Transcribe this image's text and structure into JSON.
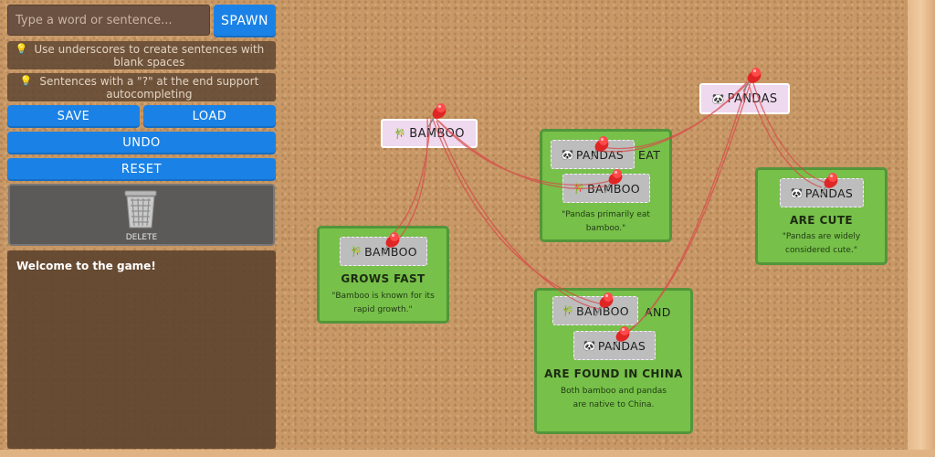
{
  "sidebar": {
    "input_placeholder": "Type a word or sentence...",
    "spawn_label": "SPAWN",
    "tip1": "Use underscores to create sentences with blank spaces",
    "tip2": "Sentences with a \"?\" at the end support autocompleting",
    "save_label": "SAVE",
    "load_label": "LOAD",
    "undo_label": "UNDO",
    "reset_label": "RESET",
    "delete_label": "DELETE",
    "log_message": "Welcome to the game!"
  },
  "words": {
    "bamboo": {
      "label": "BAMBOO",
      "icon": "🎋"
    },
    "pandas": {
      "label": "PANDAS",
      "icon": "🐼"
    }
  },
  "cards": {
    "grows": {
      "slot_label": "BAMBOO",
      "slot_icon": "🎋",
      "title": "GROWS FAST",
      "desc": "\"Bamboo is known for its rapid growth.\""
    },
    "eat": {
      "slot1_label": "PANDAS",
      "slot1_icon": "🐼",
      "connector": "EAT",
      "slot2_label": "BAMBOO",
      "slot2_icon": "🎋",
      "desc": "\"Pandas primarily eat bamboo.\""
    },
    "cute": {
      "slot_label": "PANDAS",
      "slot_icon": "🐼",
      "title": "ARE CUTE",
      "desc": "\"Pandas are widely considered cute.\""
    },
    "china": {
      "slot1_label": "BAMBOO",
      "slot1_icon": "🎋",
      "connector": "AND",
      "slot2_label": "PANDAS",
      "slot2_icon": "🐼",
      "title": "ARE FOUND IN CHINA",
      "desc": "Both bamboo and pandas are native to China."
    }
  },
  "colors": {
    "button_blue": "#1a82e6",
    "card_green": "#77c049",
    "card_border": "#52963a",
    "string_red": "#d94848",
    "pin_red": "#e02525"
  }
}
